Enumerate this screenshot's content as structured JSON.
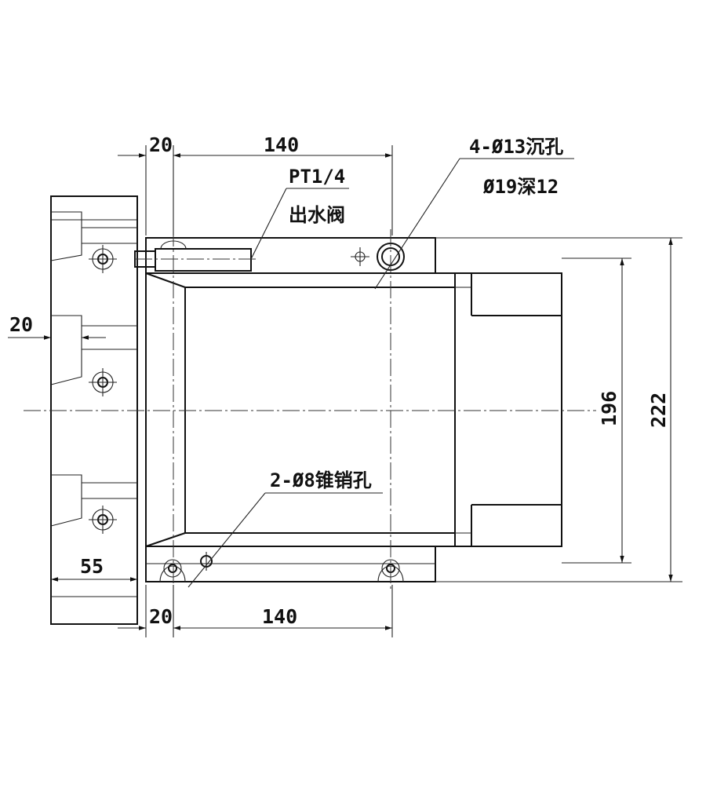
{
  "dimensions": {
    "top_offset": "20",
    "top_span": "140",
    "left_offset": "20",
    "base_width": "55",
    "bottom_offset": "20",
    "bottom_span": "140",
    "inner_height": "196",
    "outer_height": "222"
  },
  "notes": {
    "valve_thread": "PT1/4",
    "valve_name": "出水阀",
    "counterbore_holes": "4-Ø13沉孔",
    "counterbore_spec": "Ø19深12",
    "taper_pin_holes": "2-Ø8锥销孔"
  }
}
